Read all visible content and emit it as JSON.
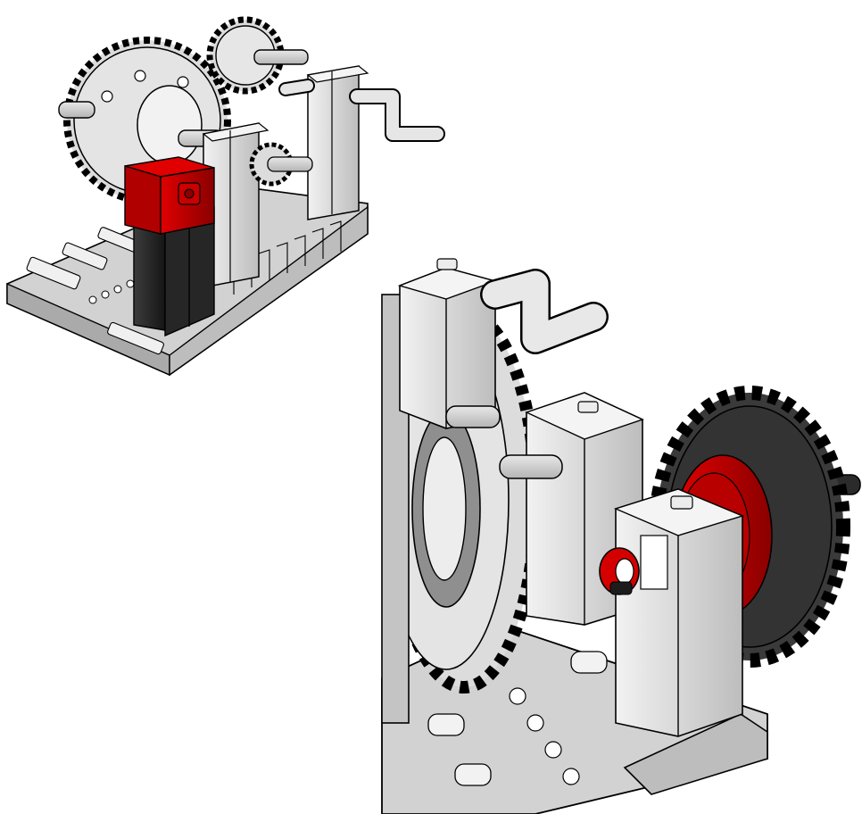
{
  "figure": {
    "views": [
      {
        "label": "",
        "kind": "overview",
        "parts": [
          "baseplate",
          "large-gear",
          "small-gear",
          "pinion-gear",
          "axle",
          "crank-handle",
          "building-block-column",
          "highlighted-red-block",
          "dark-block-column"
        ]
      },
      {
        "label": "",
        "kind": "detail-closeup",
        "parts": [
          "large-gear",
          "axle",
          "crank-handle",
          "building-block-column",
          "dark-gear",
          "red-hub-disc",
          "red-clip-connector",
          "baseplate"
        ]
      }
    ],
    "colors": {
      "highlight": "#d40000",
      "highlight_dark": "#8a0000",
      "part_light": "#e6e6e6",
      "part_mid": "#c8c8c8",
      "part_shadow": "#9a9a9a",
      "dark_part": "#2e2e2e",
      "outline": "#000000",
      "background": "#ffffff"
    }
  }
}
